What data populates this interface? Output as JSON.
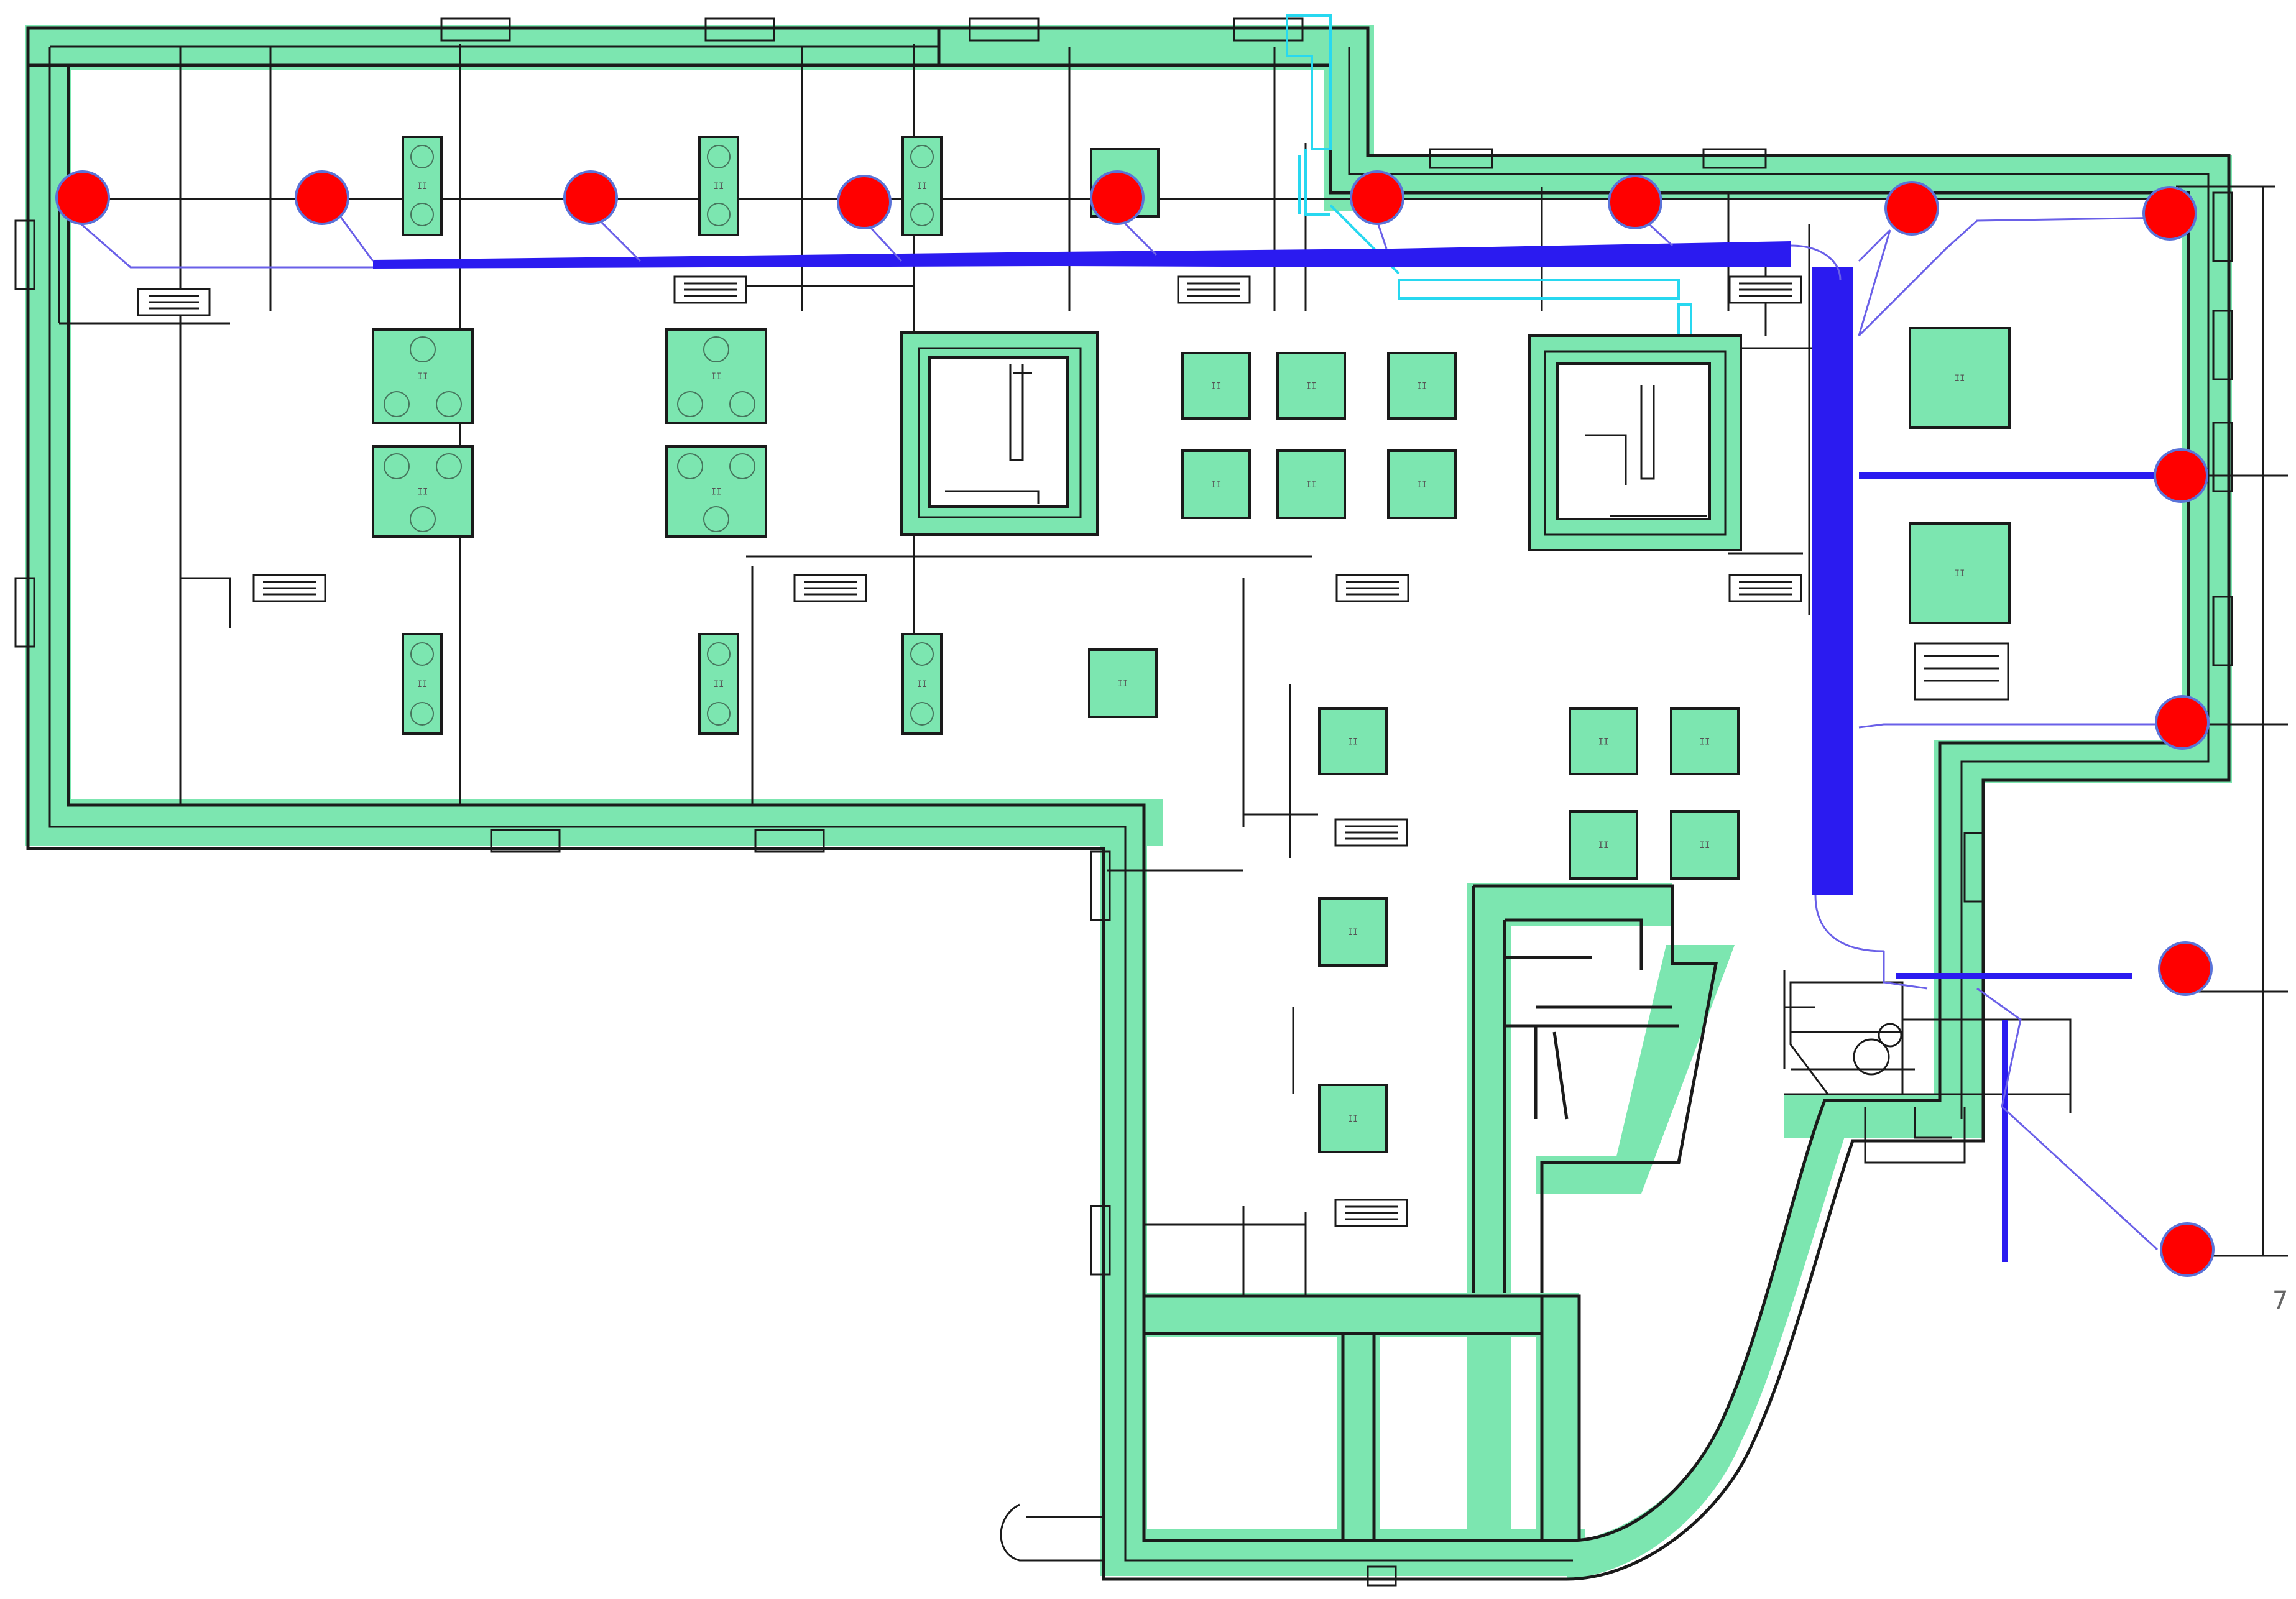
{
  "corner_label": "7",
  "colors": {
    "slab": "#7ce6b0",
    "wall": "#1a1a1a",
    "duct": "#2b1bf0",
    "marker": "#ff0000",
    "marker_outline": "#5a73d8",
    "cyan_pipe": "#28d8f0"
  },
  "markers": [
    {
      "id": "m1"
    },
    {
      "id": "m2"
    },
    {
      "id": "m3"
    },
    {
      "id": "m4"
    },
    {
      "id": "m5"
    },
    {
      "id": "m6"
    },
    {
      "id": "m7"
    },
    {
      "id": "m8"
    },
    {
      "id": "m9"
    },
    {
      "id": "m10"
    },
    {
      "id": "m11"
    },
    {
      "id": "m12"
    },
    {
      "id": "m13"
    }
  ],
  "column_tag": "II"
}
